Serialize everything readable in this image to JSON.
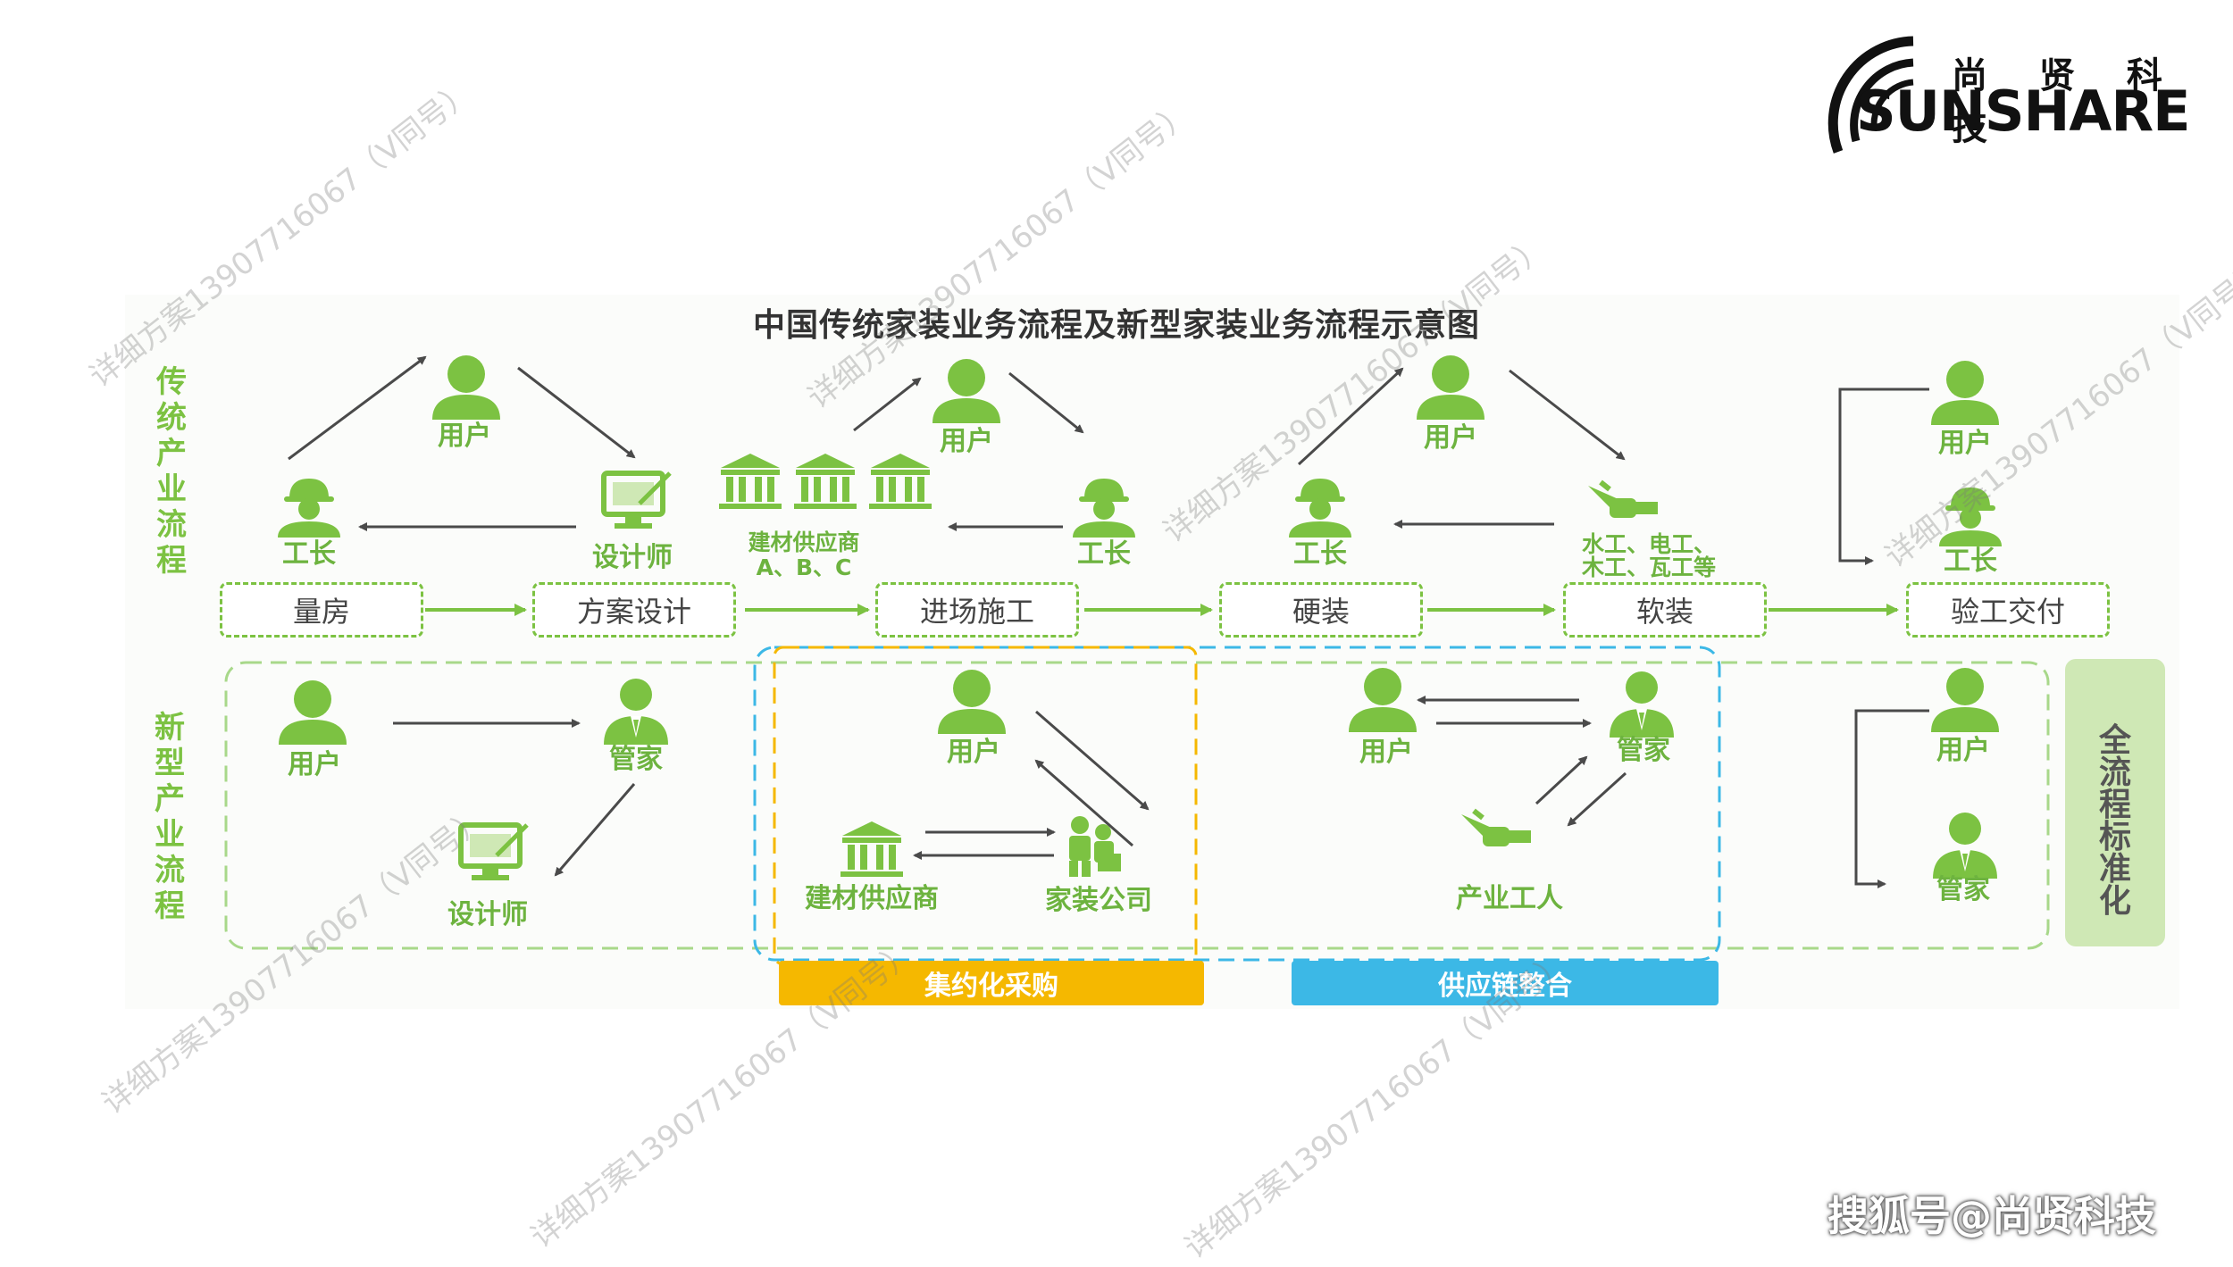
{
  "title": "中国传统家装业务流程及新型家装业务流程示意图",
  "brand": {
    "cn": "尚 贤 科 技",
    "en": "SUNSHARE"
  },
  "credit": "搜狐号@尚贤科技",
  "watermark": "详细方案13907716067（V同号）",
  "row_labels": {
    "traditional": "传统产业流程",
    "new": "新型产业流程"
  },
  "stages": [
    "量房",
    "方案设计",
    "进场施工",
    "硬装",
    "软装",
    "验工交付"
  ],
  "traditional": {
    "user": "用户",
    "foreman": "工长",
    "designer": "设计师",
    "supplier_a": "建材供应商",
    "supplier_b": "A、B、C",
    "workers_a": "水工、电工、",
    "workers_b": "木工、瓦工等"
  },
  "new_flow": {
    "user": "用户",
    "butler": "管家",
    "designer": "设计师",
    "supplier": "建材供应商",
    "company": "家装公司",
    "worker": "产业工人"
  },
  "tags": {
    "purchase": "集约化采购",
    "supply": "供应链整合"
  },
  "side_label": "全流程标准化",
  "colors": {
    "green": "#7cc242",
    "label_green": "#6db33f",
    "blue": "#3cb8e6",
    "yellow": "#f5b800",
    "side": "#cfe8b5",
    "arrow": "#4a4a4a"
  },
  "icon_names": [
    "user-icon",
    "foreman-icon",
    "designer-icon",
    "supplier-icon",
    "butler-icon",
    "company-icon",
    "worker-icon"
  ]
}
